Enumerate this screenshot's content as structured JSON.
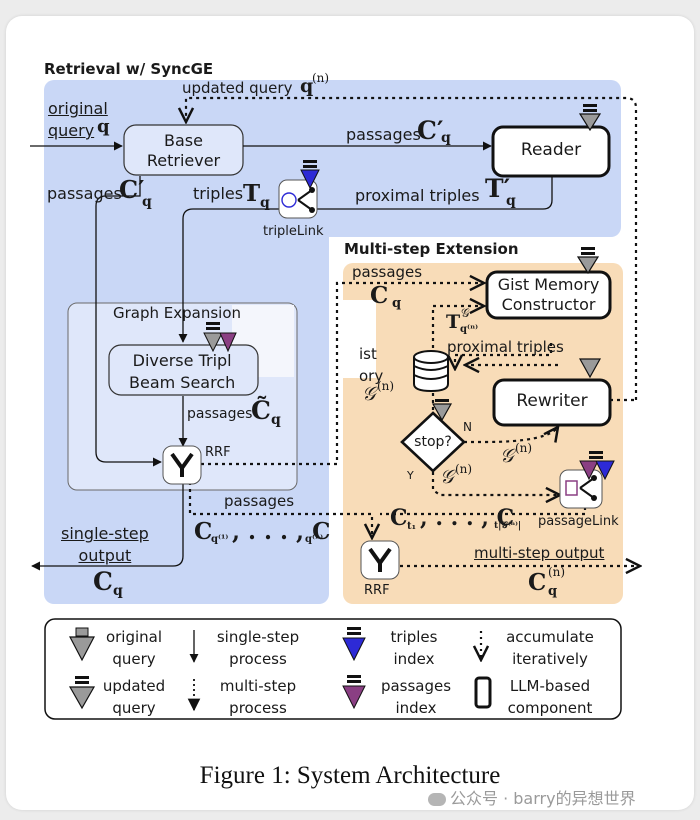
{
  "panels": {
    "retrieval_title": "Retrieval w/ SyncGE",
    "multistep_title": "Multi-step Extension",
    "graph_expansion_title": "Graph Expansion"
  },
  "nodes": {
    "base_retriever": "Base\nRetriever",
    "reader": "Reader",
    "gist_constructor": "Gist Memory\nConstructor",
    "rewriter": "Rewriter",
    "diverse_search": "Diverse Tripl\nBeam Search",
    "stop": "stop?",
    "rrf_1": "RRF",
    "rrf_2": "RRF",
    "triple_link": "tripleLink",
    "passage_link": "passageLink",
    "gist_memory": "ist\nory"
  },
  "labels": {
    "original_query": "original\nquery",
    "updated_query": "updated query",
    "passages_top": "passages",
    "triples": "triples",
    "passages_left": "passages",
    "proximal_triples_1": "proximal triples",
    "passages_ms": "passages",
    "proximal_triples_2": "proximal triples",
    "passages_ge": "passages",
    "passages_bottom": "passages",
    "single_step_output": "single-step\noutput",
    "multi_step_output": "multi-step output",
    "y": "Y",
    "n": "N"
  },
  "math": {
    "q": "q",
    "q_n": "q",
    "q_n_sup": "(n)",
    "C_q_top": "C′",
    "C_q_top_sub": "q",
    "T_q": "T",
    "T_q_sub": "q",
    "C_q_left": "C′",
    "C_q_left_sub": "q",
    "T_q_prime": "T′",
    "T_q_prime_sub": "q",
    "C_q_ms": "C",
    "C_q_ms_sub": "q",
    "T_G": "T",
    "T_G_sup": "𝒢",
    "T_G_sub": "q⁽ⁿ⁾",
    "G_n_mem": "𝒢",
    "G_n_mem_sup": "(n)",
    "C_tilde": "C̃",
    "C_tilde_sub": "q",
    "G_n_stop": "𝒢",
    "G_n_stop_sup": "(n)",
    "G_n_rew": "𝒢",
    "G_n_rew_sup": "(n)",
    "C_list": "C",
    "C_list_text": ", . . . , C",
    "C_list_sub1": "q⁽¹⁾",
    "C_list_sub2": "q⁽ⁿ⁾",
    "C_t_list": "C",
    "C_t_text": ", . . . , C",
    "C_t_sub1": "t₁",
    "C_t_sub2": "t|𝒢⁽ⁿ⁾|",
    "C_q_out": "C",
    "C_q_out_sub": "q",
    "C_qn_out": "C",
    "C_qn_out_sup": "(n)",
    "C_qn_out_sub": "q"
  },
  "legend": {
    "items": [
      {
        "icon": "original-query-icon",
        "text": "original\nquery"
      },
      {
        "icon": "single-step-arrow-icon",
        "text": "single-step\nprocess"
      },
      {
        "icon": "triples-index-icon",
        "text": "triples\nindex"
      },
      {
        "icon": "accumulate-icon",
        "text": "accumulate\niteratively"
      },
      {
        "icon": "updated-query-icon",
        "text": "updated\nquery"
      },
      {
        "icon": "multi-step-arrow-icon",
        "text": "multi-step\nprocess"
      },
      {
        "icon": "passages-index-icon",
        "text": "passages\nindex"
      },
      {
        "icon": "llm-component-icon",
        "text": "LLM-based\ncomponent"
      }
    ]
  },
  "caption": "Figure 1: System Architecture",
  "watermark": "公众号 · barry的异想世界",
  "colors": {
    "retrieval_panel": "#c9d7f6",
    "multistep_panel": "#f8dcb8",
    "triples_index": "#2d2ad6",
    "passages_index": "#8a3f83",
    "gray_icon": "#9a9a9a"
  }
}
